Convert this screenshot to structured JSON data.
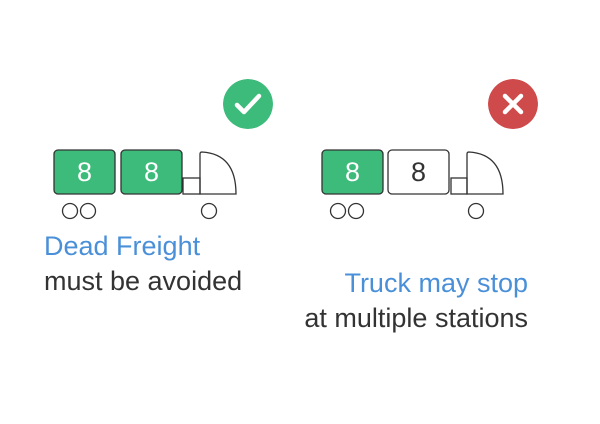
{
  "colors": {
    "accent_text": "#4a90d9",
    "body_text": "#333333",
    "loaded_fill": "#3dbb7b",
    "check_bg": "#3dbb7b",
    "cross_bg": "#cf4a4a",
    "outline": "#333333"
  },
  "left": {
    "status": "check-icon",
    "containers": [
      {
        "label": "8",
        "loaded": true
      },
      {
        "label": "8",
        "loaded": true
      }
    ],
    "caption_accent": "Dead Freight",
    "caption_plain": "must be avoided"
  },
  "right": {
    "status": "cross-icon",
    "containers": [
      {
        "label": "8",
        "loaded": true
      },
      {
        "label": "8",
        "loaded": false
      }
    ],
    "caption_accent": "Truck may stop",
    "caption_plain": "at multiple stations"
  }
}
